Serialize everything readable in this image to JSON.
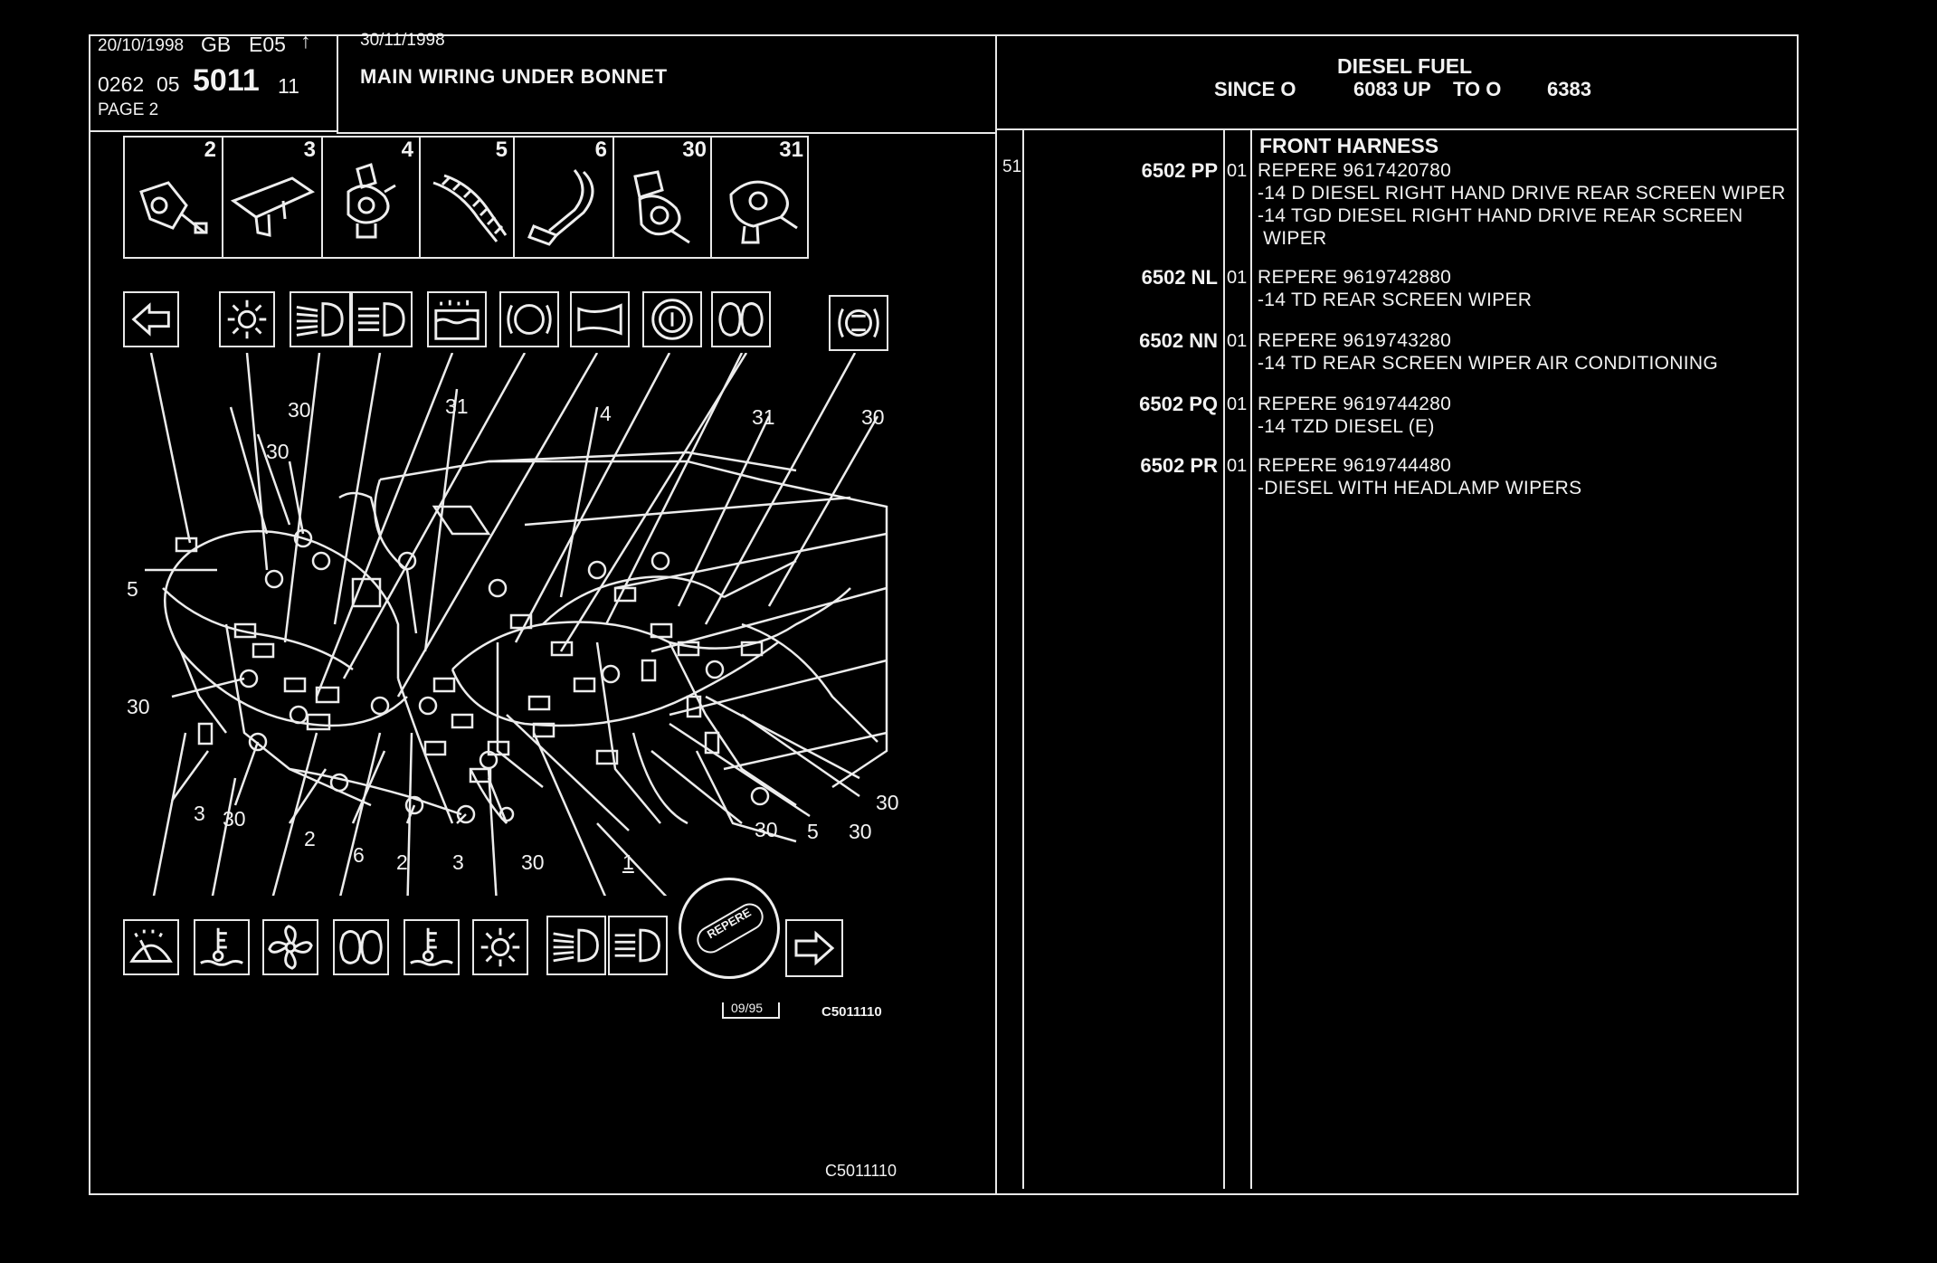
{
  "header": {
    "date_issued": "20/10/1998",
    "lang_code": "GB",
    "edition": "E05",
    "arrow": "↑",
    "catalog_prefix": "0262",
    "catalog_group": "05",
    "catalog_main": "5011",
    "catalog_suffix": "11",
    "page_label": "PAGE 2",
    "date_updated": "30/11/1998",
    "title": "MAIN WIRING UNDER BONNET",
    "right_title": "DIESEL FUEL",
    "range_since": "SINCE O",
    "range_from": "6083 UP",
    "range_to_label": "TO O",
    "range_to": "6383"
  },
  "part_icons": [
    {
      "num": "2",
      "icon": "clip-connector-icon"
    },
    {
      "num": "3",
      "icon": "bracket-clip-icon"
    },
    {
      "num": "4",
      "icon": "fastener-plug-icon"
    },
    {
      "num": "5",
      "icon": "grommet-sleeve-icon"
    },
    {
      "num": "6",
      "icon": "cable-tie-icon"
    },
    {
      "num": "30",
      "icon": "clip-holder-icon"
    },
    {
      "num": "31",
      "icon": "harness-clip-icon"
    }
  ],
  "diagram": {
    "callouts": [
      "30",
      "31",
      "4",
      "31",
      "30",
      "30",
      "5",
      "30",
      "3",
      "30",
      "2",
      "6",
      "2",
      "3",
      "30",
      "1",
      "30",
      "5",
      "30",
      "30"
    ],
    "repere_badge": "REPERE",
    "date_stamp": "09/95",
    "figure_ref": "C5011110",
    "footer_ref": "C5011110"
  },
  "parts": {
    "section_item": "51",
    "section_title": "FRONT HARNESS",
    "rows": [
      {
        "ref": "6502 PP",
        "qty": "01",
        "lines": [
          "REPERE  9617420780",
          "-14 D DIESEL RIGHT HAND DRIVE REAR SCREEN WIPER",
          "-14 TGD DIESEL RIGHT HAND DRIVE REAR SCREEN",
          " WIPER"
        ]
      },
      {
        "ref": "6502 NL",
        "qty": "01",
        "lines": [
          "REPERE  9619742880",
          "-14 TD REAR SCREEN WIPER"
        ]
      },
      {
        "ref": "6502 NN",
        "qty": "01",
        "lines": [
          "REPERE  9619743280",
          "-14 TD REAR SCREEN WIPER AIR CONDITIONING"
        ]
      },
      {
        "ref": "6502 PQ",
        "qty": "01",
        "lines": [
          "REPERE  9619744280",
          "-14 TZD DIESEL (E)"
        ]
      },
      {
        "ref": "6502 PR",
        "qty": "01",
        "lines": [
          "REPERE  9619744480",
          "-DIESEL WITH HEADLAMP WIPERS"
        ]
      }
    ]
  }
}
